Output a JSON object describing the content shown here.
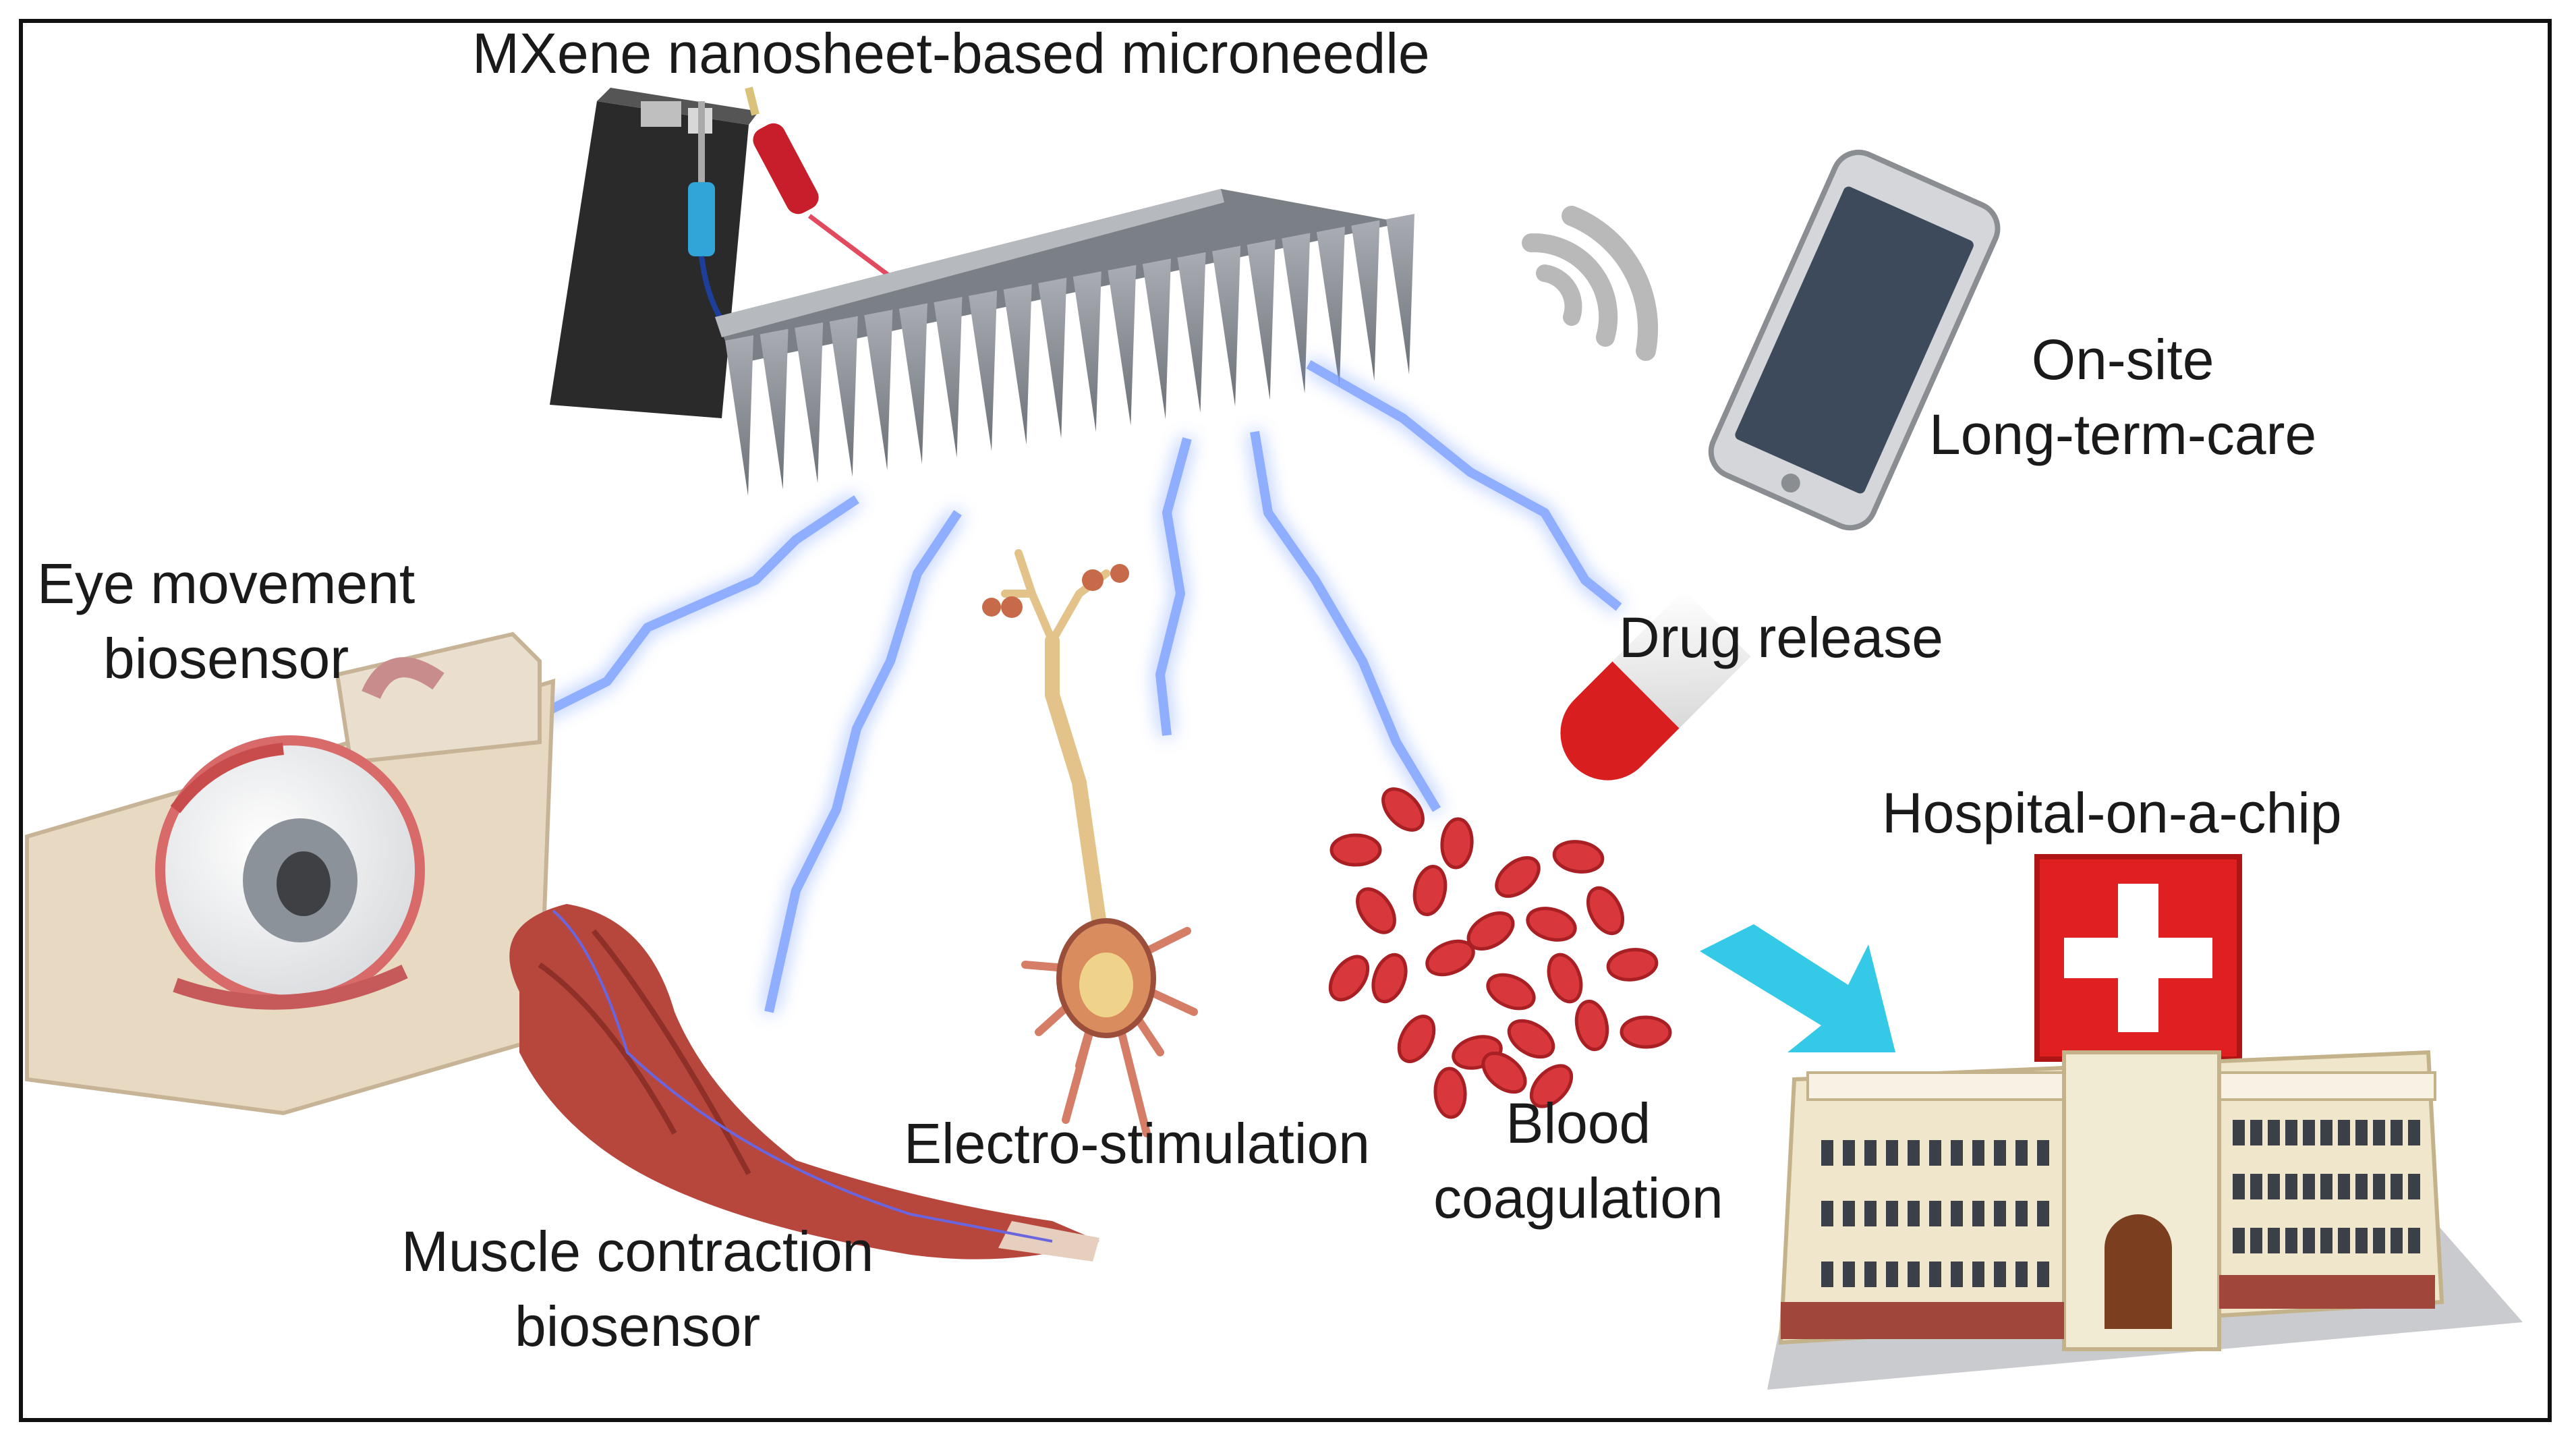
{
  "labels": {
    "microneedle_title": "MXene nanosheet-based microneedle",
    "onsite_line1": "On-site",
    "onsite_line2": "Long-term-care",
    "eye_line1": "Eye movement",
    "eye_line2": "biosensor",
    "drug_release": "Drug release",
    "hospital": "Hospital-on-a-chip",
    "electro": "Electro-stimulation",
    "blood_line1": "Blood",
    "blood_line2": "coagulation",
    "muscle_line1": "Muscle contraction",
    "muscle_line2": "biosensor"
  },
  "icons": [
    "power-supply-icon",
    "microneedle-patch-icon",
    "wireless-signal-icon",
    "smartphone-icon",
    "eye-anatomy-icon",
    "muscle-icon",
    "neuron-icon",
    "red-blood-cells-icon",
    "capsule-pill-icon",
    "arrow-icon",
    "hospital-building-icon",
    "red-cross-icon"
  ],
  "colors": {
    "lightning": "#6f95ff",
    "cross_red": "#e02020",
    "pill_red": "#d81e1e",
    "arrow_cyan": "#35c9e8",
    "blood_red": "#d8383c",
    "needle_gray": "#8c9198"
  }
}
